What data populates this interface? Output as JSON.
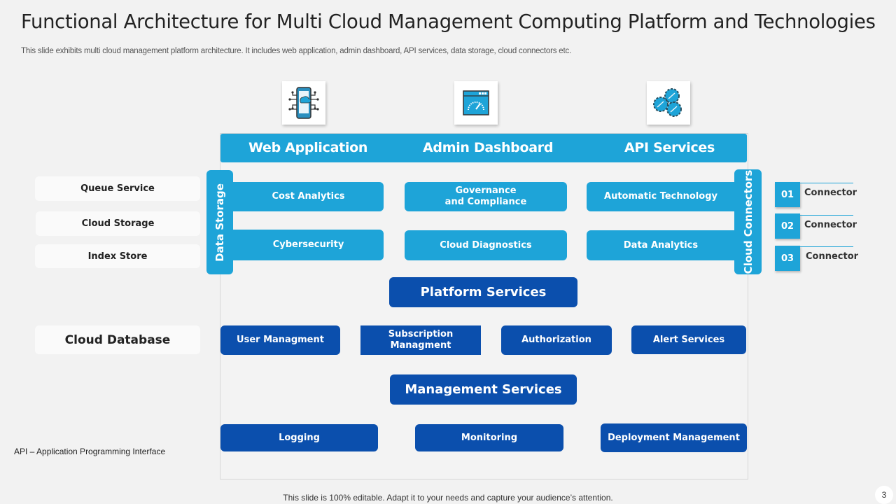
{
  "title": "Functional Architecture for Multi Cloud Management Computing Platform and Technologies",
  "subtitle": "This slide exhibits multi cloud management platform architecture. It includes web application, admin dashboard, API services, data storage, cloud connectors etc.",
  "icons": [
    "mobile-cloud-icon",
    "dashboard-gauge-icon",
    "gears-icon"
  ],
  "top_bar": [
    "Web Application",
    "Admin Dashboard",
    "API Services"
  ],
  "left_bar": "Data Storage",
  "right_bar": "Cloud Connectors",
  "grid": [
    [
      "Cost Analytics",
      "Governance\nand Compliance",
      "Automatic Technology"
    ],
    [
      "Cybersecurity",
      "Cloud Diagnostics",
      "Data Analytics"
    ]
  ],
  "storage_items": [
    "Queue Service",
    "Cloud Storage",
    "Index Store"
  ],
  "cloud_database": "Cloud Database",
  "connectors": [
    {
      "num": "01",
      "label": "Connector"
    },
    {
      "num": "02",
      "label": "Connector"
    },
    {
      "num": "03",
      "label": "Connector"
    }
  ],
  "platform_services": {
    "title": "Platform Services",
    "items": [
      "User Managment",
      "Subscription\nManagment",
      "Authorization",
      "Alert Services"
    ]
  },
  "management_services": {
    "title": "Management Services",
    "items": [
      "Logging",
      "Monitoring",
      "Deployment Management"
    ]
  },
  "footnote": "API – Application Programming Interface",
  "footer": "This slide is 100% editable. Adapt it to your needs and capture your audience’s attention.",
  "page_number": "3",
  "colors": {
    "light_blue": "#1ea4d8",
    "dark_blue": "#0b4fad",
    "background": "#f2f2f2"
  }
}
